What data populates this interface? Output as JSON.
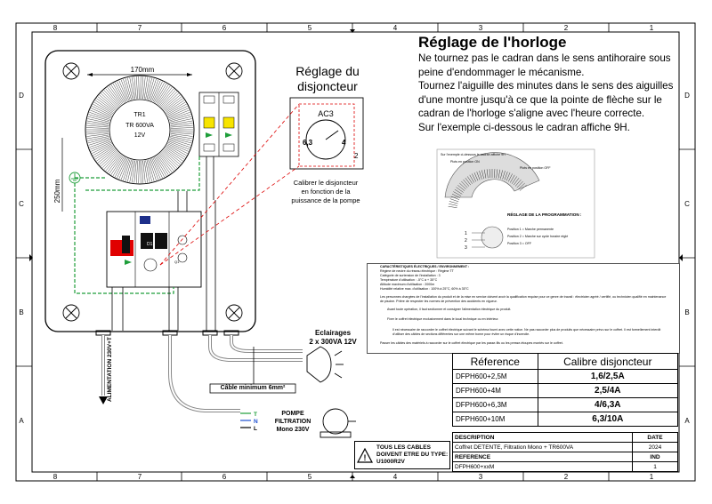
{
  "frame": {
    "top_numbers": [
      "8",
      "7",
      "6",
      "5",
      "4",
      "3",
      "2",
      "1"
    ],
    "bottom_numbers": [
      "8",
      "7",
      "6",
      "5",
      "4",
      "3",
      "2",
      "1"
    ],
    "side_letters": [
      "D",
      "C",
      "B",
      "A"
    ]
  },
  "header": {
    "title": "Réglage de l'horloge",
    "paragraphs": [
      "Ne tournez pas le cadran dans le sens antihoraire sous peine d'endommager le mécanisme.",
      "Tournez l'aiguille des minutes dans le sens des aiguilles d'une montre jusqu'à ce que la pointe de flèche sur le cadran de l'horloge s'aligne avec l'heure correcte.",
      "Sur l'exemple ci-dessous le cadran affiche 9H."
    ]
  },
  "breaker_setting": {
    "title_line1": "Réglage du",
    "title_line2": "disjoncteur",
    "dial_label": "AC3",
    "dial_left": "6,3",
    "dial_right": "4",
    "side_num": "2",
    "caption_lines": [
      "Calibrer le disjoncteur",
      "en fonction de la",
      "puissance de la pompe"
    ]
  },
  "cabinet": {
    "width_label": "170mm",
    "height_label": "250mm",
    "transformer_lines": [
      "TR1",
      "TR  600VA",
      "12V"
    ],
    "relay_label": "D1",
    "breaker_label": "Q1"
  },
  "clock_photo": {
    "caption": "Sur l'exemple ci-dessous le cadran affiche 9H",
    "on_label": "Plots en position ON",
    "off_label": "Plots en position OFF",
    "prog_title": "RÉGLAGE DE LA PROGRAMMATION :",
    "pos1": "Position 1 = Marche permanente",
    "pos2": "Position 2 = Marche sur cycle horaire réglé",
    "pos3": "Position 3 = OFF",
    "n1": "1",
    "n2": "2",
    "n3": "3"
  },
  "spec_box": {
    "heading": "CARACTÉRISTIQUES ÉLECTRIQUES / ENVIRONNEMENT :",
    "lines": [
      "Régime de neutre du réseau électrique :   Régime TT",
      "Catégorie de surtension de l'installation :   3",
      "Température d'utilisation :   -5°C à + 35°C",
      "Altitude maximum d'utilisation :   2000m",
      "Humidité relative max. d'utilisation :   100% à 25°C, 60% à 35°C"
    ],
    "para1": "Les personnes chargées de l'installation du produit et de la mise en service doivent avoir la qualification requise pour ce genre de travail : électricien agréé / certifié, ou technicien qualifié en maintenance de piscine. Prière de respecter les normes de prévention des accidents en vigueur.",
    "para2": "Avant toute opération, il faut sectionner et consigner l'alimentation électrique du produit.",
    "para3": "Fixer le coffret électrique exclusivement dans le local technique ou en intérieur.",
    "para4": "Il est nécessaire de raccorder le coffret électrique suivant le schéma fourni avec cette notice. Ne pas raccorder plus de produits que nécessaire prévu sur le coffret. Il est formellement interdit d'utiliser des câbles de sections différentes sur une même borne pour éviter un risque d'incendie.",
    "para5": "Passer les câbles des matériels à raccorder sur le coffret électrique par les passe-fils ou les presse-étoupes montés sur le coffret."
  },
  "bottom_labels": {
    "eclairages_line1": "Eclairages",
    "eclairages_line2": "2 x 300VA 12V",
    "cable_min": "Câble minimum 6mm²",
    "alimentation": "ALIMENTATION 230V+T",
    "pump_line1": "POMPE",
    "pump_line2": "FILTRATION",
    "pump_line3": "Mono 230V",
    "term_T": "T",
    "term_N": "N",
    "term_L": "L",
    "cables_line1": "TOUS LES CABLES",
    "cables_line2": "DOIVENT ETRE DU TYPE:",
    "cables_line3": "U1000R2V"
  },
  "reference_table": {
    "headers": [
      "Réference",
      "Calibre disjoncteur"
    ],
    "rows": [
      [
        "DFPH600+2,5M",
        "1,6/2,5A"
      ],
      [
        "DFPH600+4M",
        "2,5/4A"
      ],
      [
        "DFPH600+6,3M",
        "4/6,3A"
      ],
      [
        "DFPH600+10M",
        "6,3/10A"
      ]
    ]
  },
  "title_block": {
    "desc_label": "DESCRIPTION",
    "date_label": "DATE",
    "desc_value": "Coffret DETENTE, Filtration Mono + TR600VA",
    "date_value": "2024",
    "ref_label": "REFERENCE",
    "ind_label": "IND",
    "ref_value": "DFPH600+xxM",
    "ind_value": "1"
  }
}
